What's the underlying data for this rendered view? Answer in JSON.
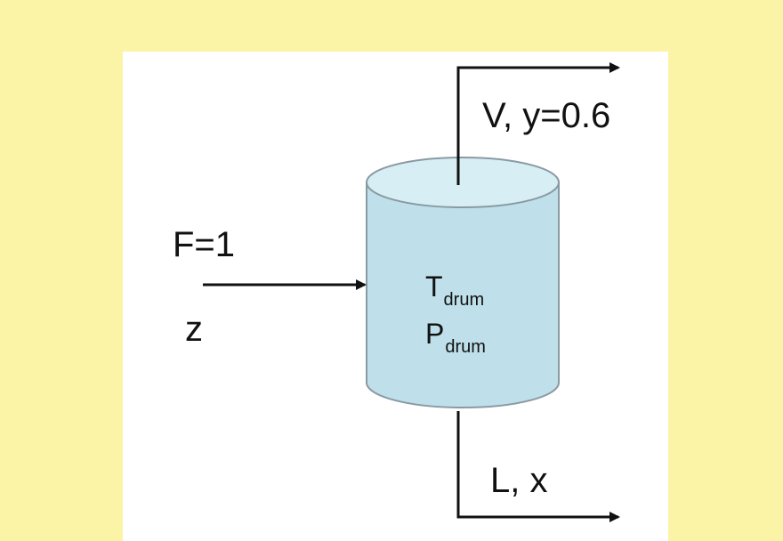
{
  "colors": {
    "background": "#fbf4a6",
    "panel": "#ffffff",
    "drum_fill": "#bfe0ea",
    "drum_top": "#d7eef5",
    "drum_stroke": "#8a9aa3",
    "line": "#111111"
  },
  "labels": {
    "vapor": "V, y=0.6",
    "feed_flow": "F=1",
    "feed_comp": "z",
    "liquid": "L, x",
    "temp_main": "T",
    "temp_sub": "drum",
    "press_main": "P",
    "press_sub": "drum"
  }
}
